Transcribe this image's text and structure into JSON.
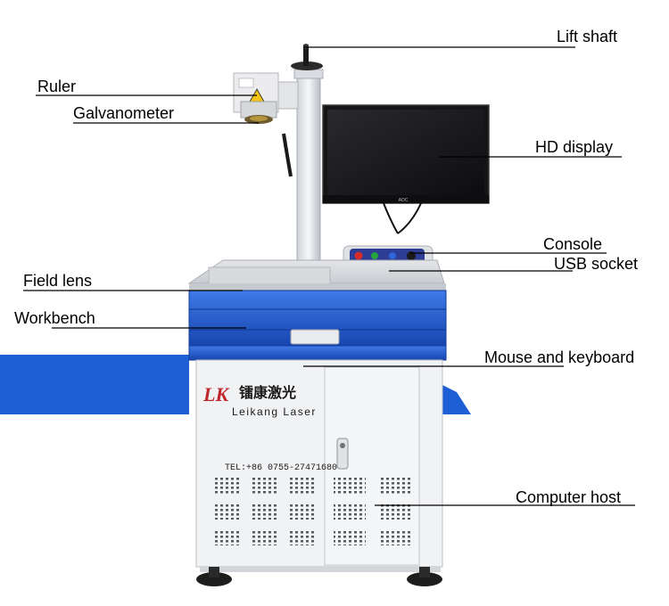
{
  "labels": {
    "lift_shaft": "Lift shaft",
    "ruler": "Ruler",
    "galvanometer": "Galvanometer",
    "hd_display": "HD display",
    "console": "Console",
    "usb_socket": "USB socket",
    "field_lens": "Field lens",
    "workbench": "Workbench",
    "mouse_keyboard": "Mouse and keyboard",
    "computer_host": "Computer host"
  },
  "branding": {
    "logo_mark": "LK",
    "name_cn": "镭康激光",
    "name_en": "Leikang Laser",
    "phone": "TEL:+86 0755-27471680",
    "monitor_brand": "AOC"
  },
  "colors": {
    "accent_blue": "#1f5fd6",
    "cabinet": "#f1f2f4",
    "dark": "#1e1e1e",
    "logo_red": "#c0272d"
  }
}
